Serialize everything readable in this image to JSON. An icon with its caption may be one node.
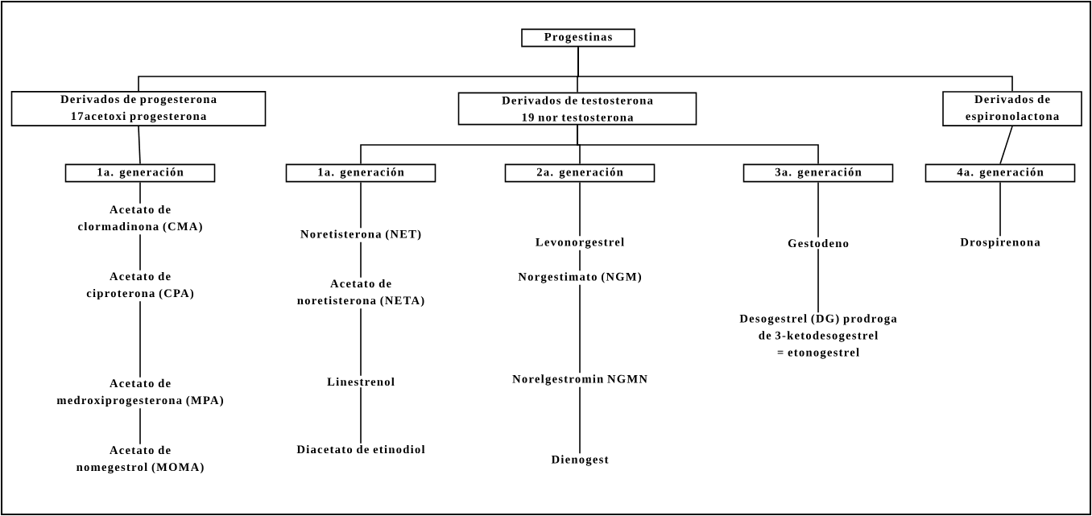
{
  "diagram": {
    "nodes": [
      {
        "text": [
          "Progestinas"
        ]
      },
      {
        "text": [
          "Derivados de progesterona 17acetoxi progesterona"
        ]
      },
      {
        "text": [
          "Derivados de testosterona 19 nor testosterona"
        ]
      },
      {
        "text": [
          "Derivados de espironolactona"
        ]
      },
      {
        "text": [
          "1a. generación"
        ]
      },
      {
        "text": [
          "1a. generación"
        ]
      },
      {
        "text": [
          "2a. generación"
        ]
      },
      {
        "text": [
          "3a. generación"
        ]
      },
      {
        "text": [
          "4a. generación"
        ]
      },
      {
        "text": [
          "Acetato de clormadinona (CMA)"
        ]
      },
      {
        "text": [
          "Acetato de ciproterona (CPA)"
        ]
      },
      {
        "text": [
          "Acetato de medroxiprogesterona (MPA)"
        ]
      },
      {
        "text": [
          "Acetato de nomegestrol (MOMA)"
        ]
      },
      {
        "text": [
          "Noretisterona (NET)"
        ]
      },
      {
        "text": [
          "Acetato de noretisterona (NETA)"
        ]
      },
      {
        "text": [
          "Linestrenol"
        ]
      },
      {
        "text": [
          "Diacetato de etinodiol"
        ]
      },
      {
        "text": [
          "Levonorgestrel"
        ]
      },
      {
        "text": [
          "Norgestimato (NGM)"
        ]
      },
      {
        "text": [
          "Norelgestromin NGMN"
        ]
      },
      {
        "text": [
          "Dienogest"
        ]
      },
      {
        "text": [
          "Gestodeno"
        ]
      },
      {
        "text": [
          "Desogestrel (DG) prodroga de 3-ketodesogestrel = etonogestrel"
        ]
      },
      {
        "text": [
          "Drospirenona"
        ]
      }
    ],
    "edges": [
      {
        "from": 0,
        "to": 1,
        "arrow": "none"
      },
      {
        "from": 0,
        "to": 2,
        "arrow": "none"
      },
      {
        "from": 0,
        "to": 3,
        "arrow": "none"
      },
      {
        "from": 1,
        "to": 4,
        "arrow": "none"
      },
      {
        "from": 2,
        "to": 5,
        "arrow": "none"
      },
      {
        "from": 2,
        "to": 6,
        "arrow": "none"
      },
      {
        "from": 2,
        "to": 7,
        "arrow": "none"
      },
      {
        "from": 3,
        "to": 8,
        "arrow": "none"
      },
      {
        "from": 4,
        "to": 9,
        "arrow": "none"
      },
      {
        "from": 9,
        "to": 10,
        "arrow": "none"
      },
      {
        "from": 10,
        "to": 11,
        "arrow": "none"
      },
      {
        "from": 11,
        "to": 12,
        "arrow": "none"
      },
      {
        "from": 5,
        "to": 13,
        "arrow": "none"
      },
      {
        "from": 13,
        "to": 14,
        "arrow": "none"
      },
      {
        "from": 14,
        "to": 15,
        "arrow": "none"
      },
      {
        "from": 15,
        "to": 16,
        "arrow": "none"
      },
      {
        "from": 6,
        "to": 17,
        "arrow": "none"
      },
      {
        "from": 17,
        "to": 18,
        "arrow": "none"
      },
      {
        "from": 18,
        "to": 19,
        "arrow": "none"
      },
      {
        "from": 19,
        "to": 20,
        "arrow": "none"
      },
      {
        "from": 7,
        "to": 21,
        "arrow": "none"
      },
      {
        "from": 21,
        "to": 22,
        "arrow": "none"
      },
      {
        "from": 8,
        "to": 23,
        "arrow": "none"
      }
    ]
  }
}
